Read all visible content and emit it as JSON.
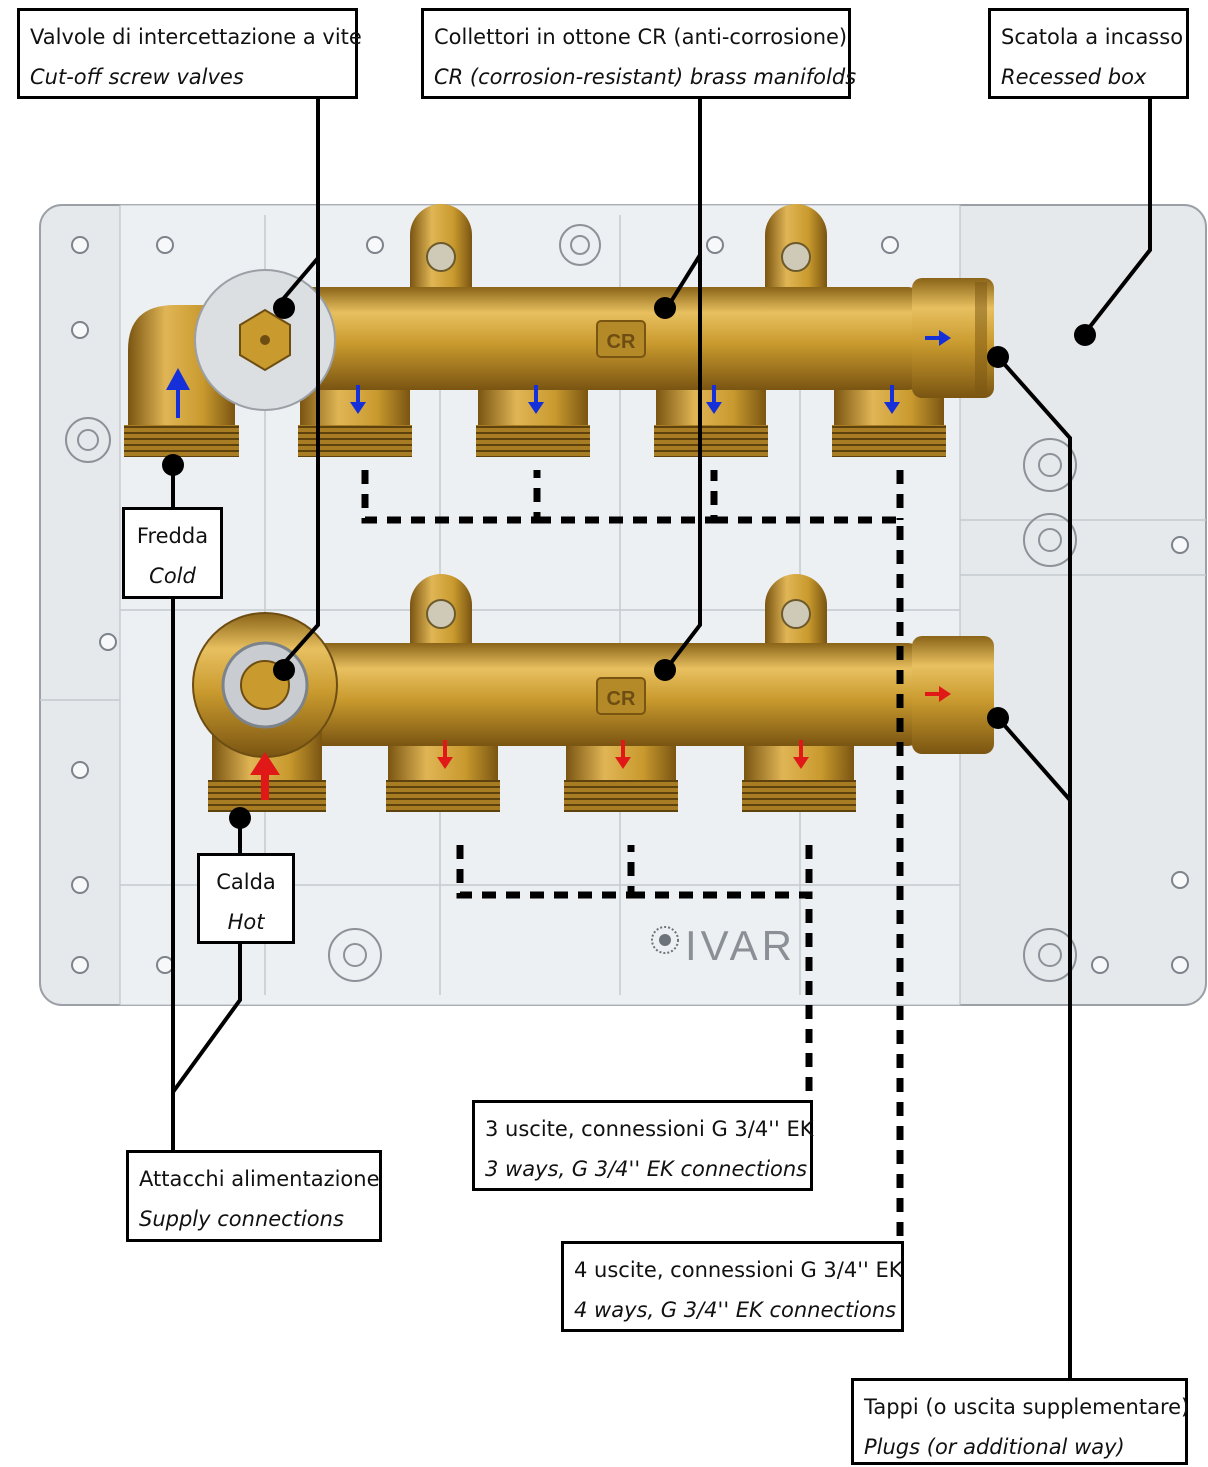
{
  "labels": {
    "valves": {
      "it": "Valvole di intercettazione a vite",
      "en": "Cut-off screw valves"
    },
    "manifolds": {
      "it": "Collettori in ottone CR (anti-corrosione)",
      "en": "CR (corrosion-resistant) brass manifolds"
    },
    "box": {
      "it": "Scatola a incasso",
      "en": "Recessed box"
    },
    "cold": {
      "it": "Fredda",
      "en": "Cold"
    },
    "hot": {
      "it": "Calda",
      "en": "Hot"
    },
    "supply": {
      "it": "Attacchi alimentazione",
      "en": "Supply connections"
    },
    "three": {
      "it": "3 uscite, connessioni G 3/4'' EK",
      "en": "3 ways, G 3/4'' EK connections"
    },
    "four": {
      "it": "4 uscite, connessioni G 3/4'' EK",
      "en": "4 ways, G 3/4'' EK connections"
    },
    "plugs": {
      "it": "Tappi (o uscita supplementare)",
      "en": "Plugs (or additional way)"
    }
  },
  "brand": "IVAR",
  "cr_mark": "CR",
  "colors": {
    "brass": "#c99a2e",
    "brass_dark": "#8a6418",
    "box": "#e8ebee",
    "cold_arrow": "#1530d8",
    "hot_arrow": "#e01818"
  }
}
